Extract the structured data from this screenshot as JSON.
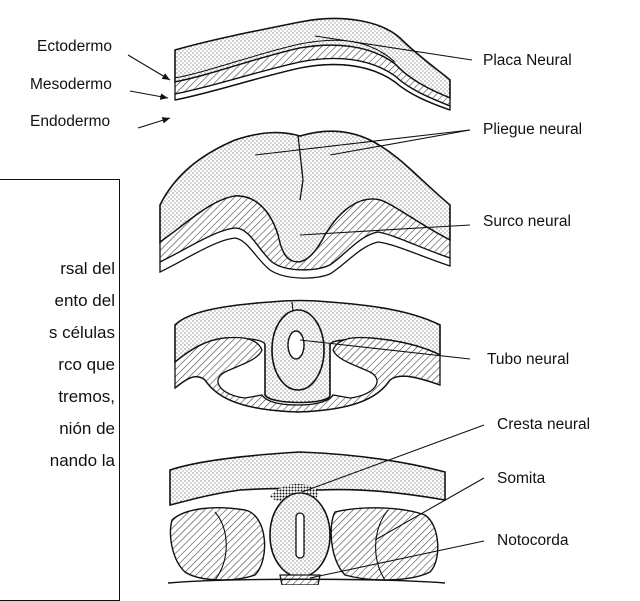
{
  "labels": {
    "ectodermo": "Ectodermo",
    "mesodermo": "Mesodermo",
    "endodermo": "Endodermo",
    "placa_neural": "Placa Neural",
    "pliegue_neural": "Pliegue neural",
    "surco_neural": "Surco neural",
    "tubo_neural": "Tubo neural",
    "cresta_neural": "Cresta neural",
    "somita": "Somita",
    "notocorda": "Notocorda"
  },
  "textbox_lines": [
    "rsal del",
    "ento del",
    "s células",
    "rco que",
    "tremos,",
    "nión de",
    "nando la"
  ],
  "colors": {
    "ink": "#111111",
    "ectoderm_fill": "#eeeeee",
    "mesoderm_hatch": "#555555"
  }
}
